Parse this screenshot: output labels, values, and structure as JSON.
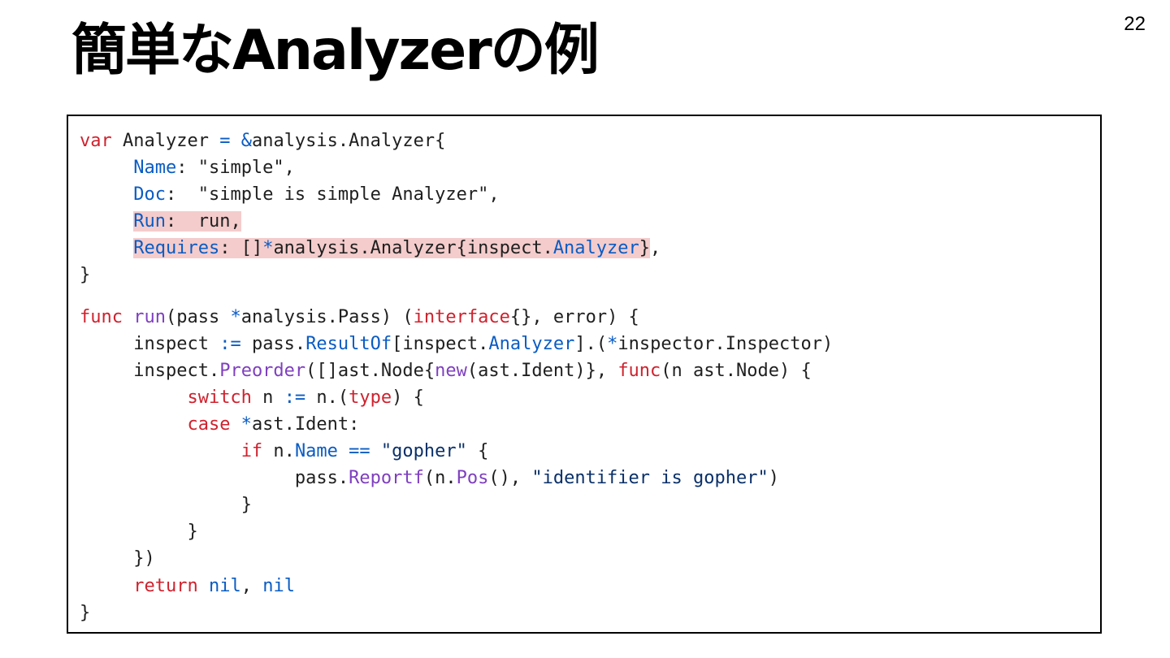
{
  "slide": {
    "page_number": "22",
    "title": "簡単なAnalyzerの例"
  },
  "code": {
    "l1_var": "var",
    "l1_rest": " Analyzer ",
    "l1_eq": "=",
    "l1_amp": " &",
    "l1_tail": "analysis.Analyzer{",
    "l2_field": "Name",
    "l2_rest": ": \"simple\",",
    "l3_field": "Doc",
    "l3_rest": ":  \"simple is simple Analyzer\",",
    "l4_field": "Run",
    "l4_rest": ":  run,",
    "l5_field": "Requires",
    "l5_a": ": []",
    "l5_star": "*",
    "l5_b": "analysis.Analyzer{inspect.",
    "l5_c": "Analyzer",
    "l5_d": "}",
    "l5_e": ",",
    "l6": "}",
    "f1_func": "func",
    "f1_run": "run",
    "f1_a": "(pass ",
    "f1_star": "*",
    "f1_b": "analysis.Pass) (",
    "f1_iface": "interface",
    "f1_c": "{}, error) {",
    "f2_a": "inspect ",
    "f2_op": ":=",
    "f2_b": " pass.",
    "f2_res": "ResultOf",
    "f2_c": "[inspect.",
    "f2_an": "Analyzer",
    "f2_d": "].(",
    "f2_star": "*",
    "f2_e": "inspector.Inspector)",
    "f3_a": "inspect.",
    "f3_pre": "Preorder",
    "f3_b": "([]ast.Node{",
    "f3_new": "new",
    "f3_c": "(ast.Ident)}, ",
    "f3_func": "func",
    "f3_d": "(n ast.Node) {",
    "f4_switch": "switch",
    "f4_a": " n ",
    "f4_op": ":=",
    "f4_b": " n.(",
    "f4_type": "type",
    "f4_c": ") {",
    "f5_case": "case",
    "f5_star": " *",
    "f5_a": "ast.Ident:",
    "f6_if": "if",
    "f6_a": " n.",
    "f6_name": "Name",
    "f6_op": " ==",
    "f6_str": " \"gopher\"",
    "f6_b": " {",
    "f7_a": "pass.",
    "f7_rep": "Reportf",
    "f7_b": "(n.",
    "f7_pos": "Pos",
    "f7_c": "(), ",
    "f7_str": "\"identifier is gopher\"",
    "f7_d": ")",
    "f8": "}",
    "f9": "}",
    "f10": "})",
    "f11_ret": "return",
    "f11_nil1": " nil",
    "f11_comma": ",",
    "f11_nil2": " nil",
    "f12": "}"
  }
}
